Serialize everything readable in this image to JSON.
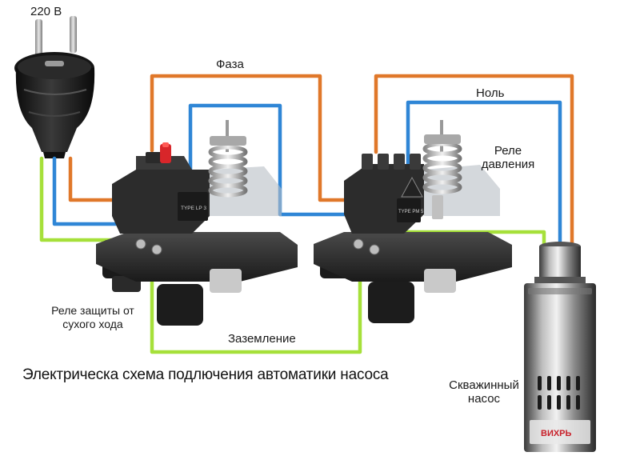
{
  "labels": {
    "voltage": "220 В",
    "phase": "Фаза",
    "neutral": "Ноль",
    "pressure_relay_line1": "Реле",
    "pressure_relay_line2": "давления",
    "dry_run_relay_line1": "Реле защиты от",
    "dry_run_relay_line2": "сухого хода",
    "ground": "Заземление",
    "pump_line1": "Скважинный",
    "pump_line2": "насос",
    "pump_brand": "ВИХРЬ"
  },
  "title": "Электрическа схема подлючения автоматики насоса",
  "device_markings": {
    "dry_run_type": "TYPE LP 3",
    "pressure_type": "TYPE PM 5"
  },
  "colors": {
    "phase": "#e0782a",
    "neutral": "#2f86d6",
    "ground": "#a6e03a"
  }
}
